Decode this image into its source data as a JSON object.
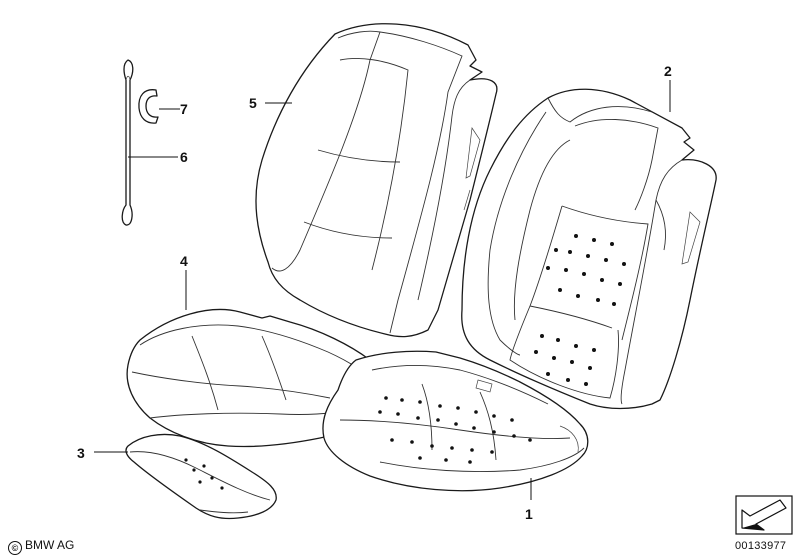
{
  "callouts": [
    {
      "id": "1",
      "label": "1"
    },
    {
      "id": "2",
      "label": "2"
    },
    {
      "id": "3",
      "label": "3"
    },
    {
      "id": "4",
      "label": "4"
    },
    {
      "id": "5",
      "label": "5"
    },
    {
      "id": "6",
      "label": "6"
    },
    {
      "id": "7",
      "label": "7"
    }
  ],
  "footer": {
    "copyright_symbol": "©",
    "copyright_text": "BMW AG",
    "document_number": "00133977"
  },
  "icons": {
    "copyright": "copyright-icon",
    "navigation_arrow": "arrow-icon"
  }
}
